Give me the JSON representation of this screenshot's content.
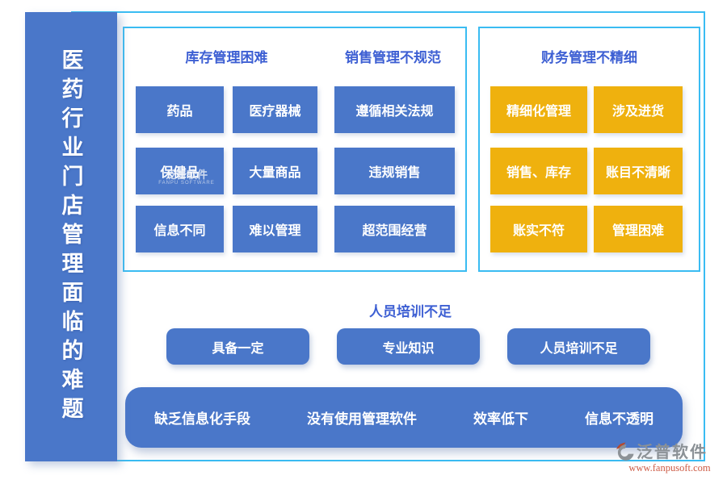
{
  "page": {
    "vertical_title": "医药行业门店管理面临的难题"
  },
  "left_box": {
    "header_inventory": "库存管理困难",
    "header_sales": "销售管理不规范",
    "cells": [
      "药品",
      "医疗器械",
      "遵循相关法规",
      "保健品",
      "大量商品",
      "违规销售",
      "信息不同",
      "难以管理",
      "超范围经营"
    ]
  },
  "right_box": {
    "header": "财务管理不精细",
    "cells": [
      "精细化管理",
      "涉及进货",
      "销售、库存",
      "账目不清晰",
      "账实不符",
      "管理困难"
    ]
  },
  "training": {
    "header": "人员培训不足",
    "buttons": [
      "具备一定",
      "专业知识",
      "人员培训不足"
    ]
  },
  "bottom_bar": {
    "items": [
      "缺乏信息化手段",
      "没有使用管理软件",
      "效率低下",
      "信息不透明"
    ]
  },
  "watermark": {
    "name": "泛普软件",
    "subtitle": "FANPU SOFTWARE"
  },
  "logo": {
    "name": "泛普软件",
    "url": "www.fanpusoft.com"
  },
  "colors": {
    "primary_blue": "#4A77C9",
    "accent_yellow": "#EFB10E",
    "frame_cyan": "#3ABCF2",
    "header_text_blue": "#3D5FD3",
    "logo_gray": "#8B9196",
    "logo_url_red": "#CD5B45"
  }
}
